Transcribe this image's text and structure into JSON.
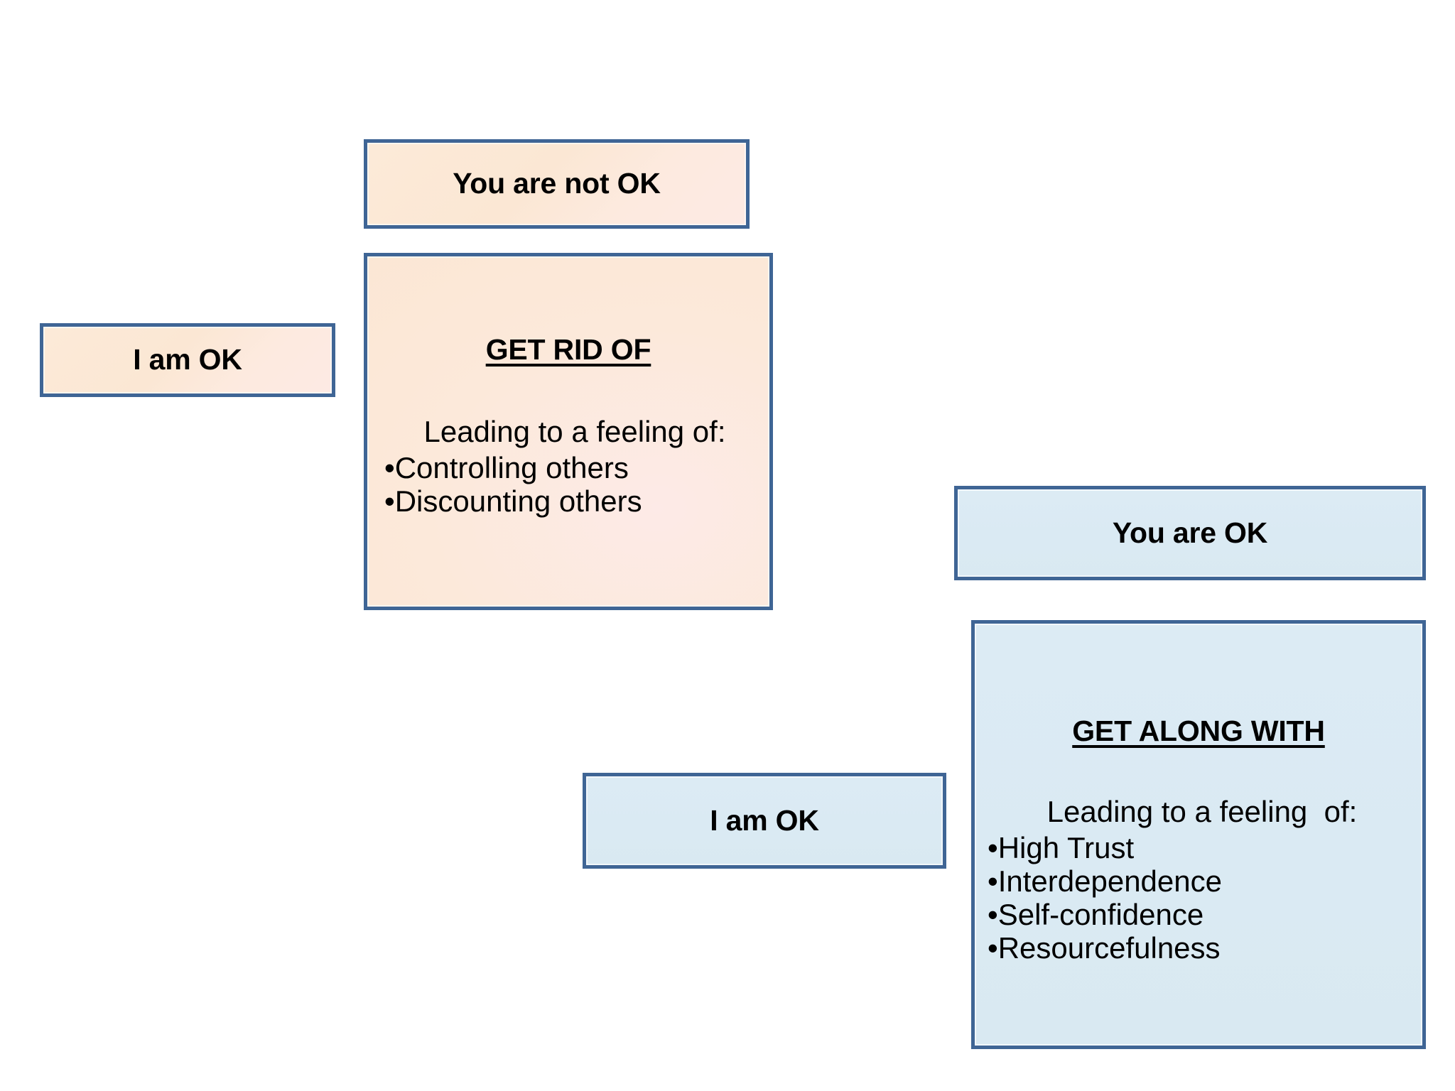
{
  "diagram": {
    "title": "OK Corral life positions diagram",
    "colors": {
      "border": "#3f6595",
      "orange_fill": "#fbe7d4",
      "blue_fill": "#daeaf3",
      "text": "#000000"
    },
    "nodes": {
      "you_are_not_ok": {
        "label": "You are not OK",
        "palette": "orange"
      },
      "i_am_ok_left": {
        "label": "I am OK",
        "palette": "orange"
      },
      "get_rid_of": {
        "title": "GET RID OF",
        "lead": "Leading to a feeling of:",
        "palette": "orange",
        "items": [
          "Controlling others",
          "Discounting others"
        ],
        "bullet": "•"
      },
      "you_are_ok": {
        "label": "You are OK",
        "palette": "blue"
      },
      "i_am_ok_bottom": {
        "label": "I am OK",
        "palette": "blue"
      },
      "get_along_with": {
        "title": "GET ALONG WITH",
        "lead": "Leading to a feeling  of:",
        "palette": "blue",
        "items": [
          "High Trust",
          "Interdependence",
          "Self-confidence",
          "Resourcefulness"
        ],
        "bullet": "•"
      }
    }
  }
}
